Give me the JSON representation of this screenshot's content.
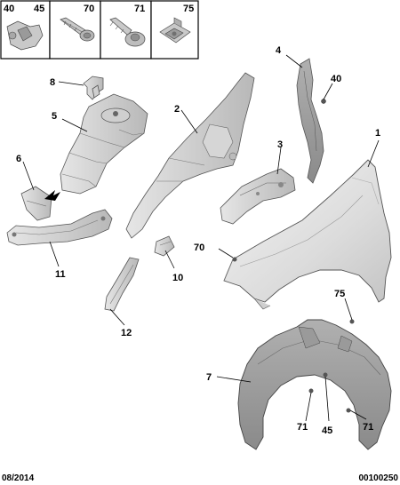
{
  "header_boxes": [
    {
      "label": "40",
      "icon": "clip-icon"
    },
    {
      "label": "45",
      "icon": "clip-icon"
    },
    {
      "label": "70",
      "icon": "screw-icon"
    },
    {
      "label": "71",
      "icon": "bolt-icon"
    },
    {
      "label": "75",
      "icon": "nut-clip-icon"
    }
  ],
  "callouts": {
    "c1": "1",
    "c2": "2",
    "c3": "3",
    "c4": "4",
    "c5": "5",
    "c6": "6",
    "c7": "7",
    "c8": "8",
    "c10": "10",
    "c11": "11",
    "c12": "12",
    "c40": "40",
    "c70": "70",
    "c75": "75",
    "c71a": "71",
    "c45": "45",
    "c71b": "71"
  },
  "footer": {
    "date": "08/2014",
    "ref": "00100250"
  }
}
